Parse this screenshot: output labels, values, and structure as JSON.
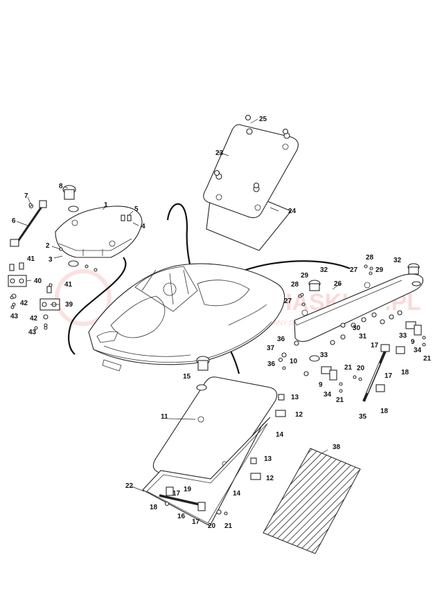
{
  "watermark": {
    "text": "YAMAHASKLEP.PL",
    "subtext": "AUTORYZOWANY DEALER YAMAHA"
  },
  "callouts": {
    "c1": "1",
    "c2": "2",
    "c3": "3",
    "c4": "4",
    "c5": "5",
    "c6": "6",
    "c7": "7",
    "c8": "8",
    "c9a": "9",
    "c9b": "9",
    "c10": "10",
    "c11": "11",
    "c12a": "12",
    "c12b": "12",
    "c13a": "13",
    "c13b": "13",
    "c14a": "14",
    "c14b": "14",
    "c15": "15",
    "c16": "16",
    "c17a": "17",
    "c17b": "17",
    "c17c": "17",
    "c17d": "17",
    "c18a": "18",
    "c18b": "18",
    "c18c": "18",
    "c19": "19",
    "c20a": "20",
    "c20b": "20",
    "c21a": "21",
    "c21b": "21",
    "c21c": "21",
    "c21d": "21",
    "c22": "22",
    "c23": "23",
    "c24": "24",
    "c25": "25",
    "c26": "26",
    "c27a": "27",
    "c27b": "27",
    "c28a": "28",
    "c28b": "28",
    "c29a": "29",
    "c29b": "29",
    "c30": "30",
    "c31": "31",
    "c32a": "32",
    "c32b": "32",
    "c33a": "33",
    "c33b": "33",
    "c34a": "34",
    "c34b": "34",
    "c35": "35",
    "c36a": "36",
    "c36b": "36",
    "c37": "37",
    "c38": "38",
    "c39": "39",
    "c40": "40",
    "c41a": "41",
    "c41b": "41",
    "c42a": "42",
    "c42b": "42",
    "c43a": "43",
    "c43b": "43"
  }
}
